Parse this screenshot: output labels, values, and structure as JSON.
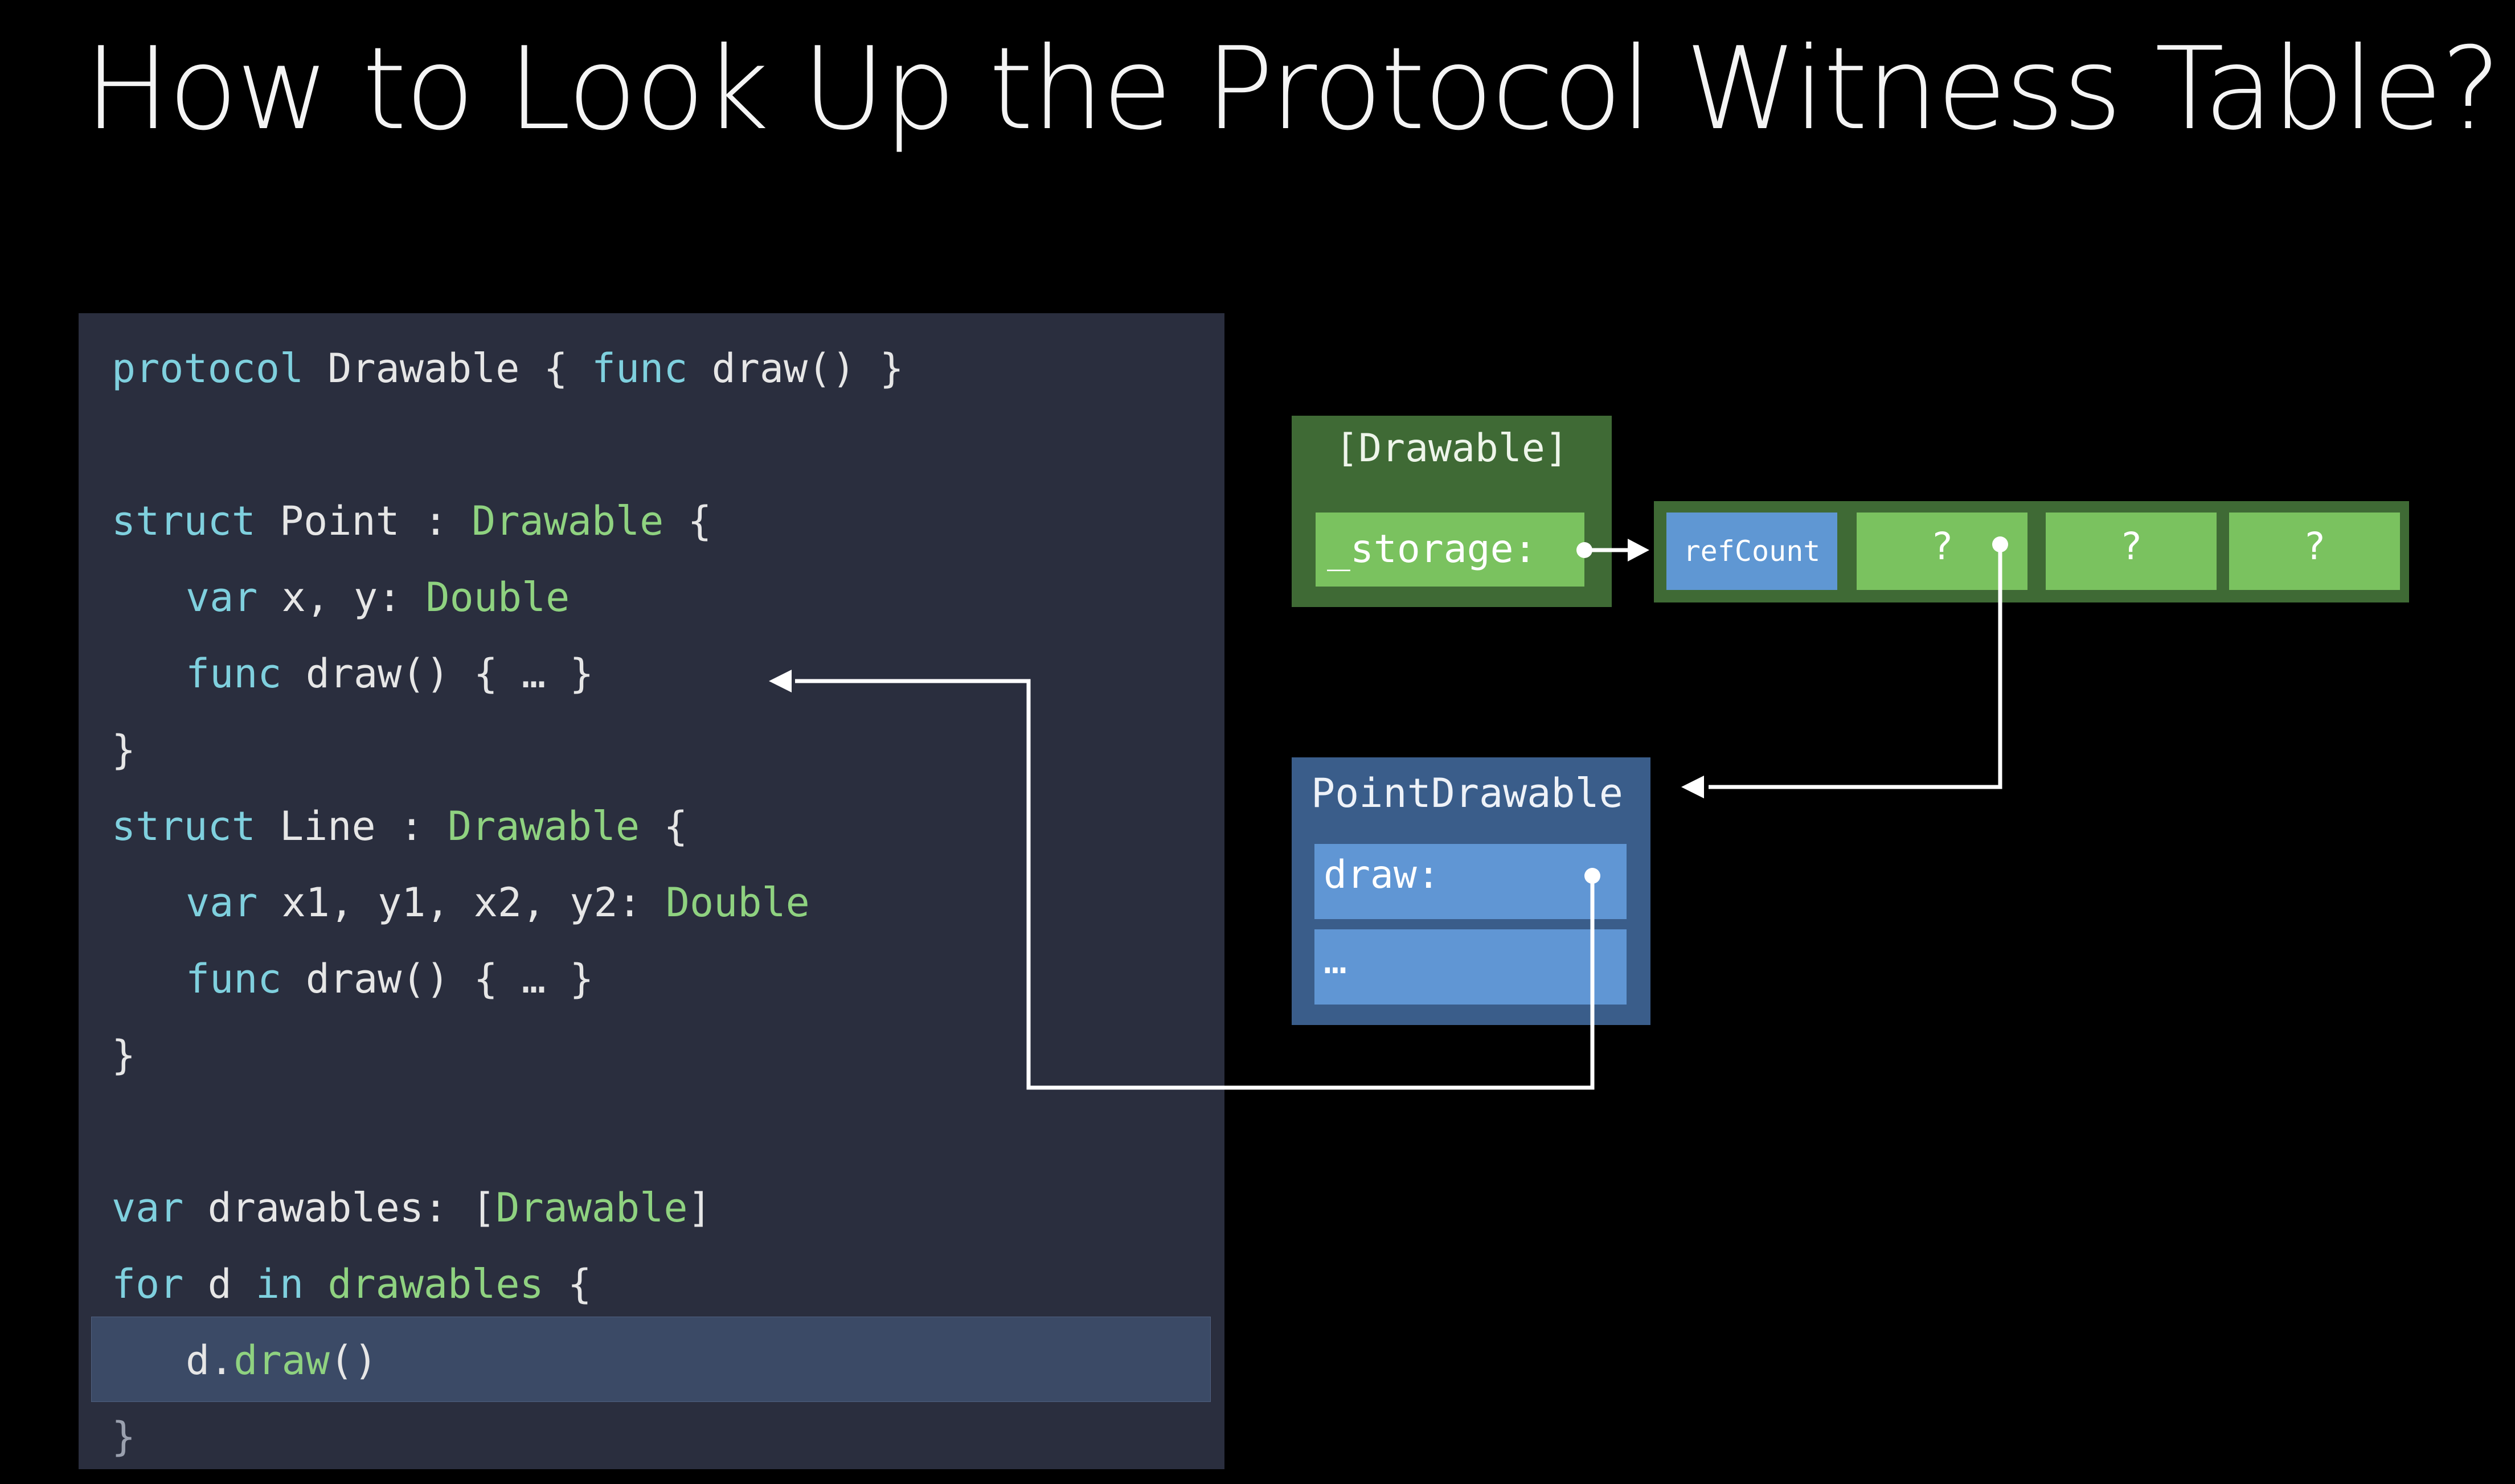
{
  "title": "How to Look Up the Protocol Witness Table?",
  "code": {
    "line1": {
      "kw1": "protocol",
      "t1": " Drawable { ",
      "kw2": "func",
      "t2": " draw() }"
    },
    "line3": {
      "kw": "struct",
      "t1": " Point : ",
      "ty": "Drawable",
      "t2": " {"
    },
    "line4": {
      "kw": "var",
      "t1": " x, y: ",
      "ty": "Double"
    },
    "line5": {
      "kw": "func",
      "t1": " draw() { … }"
    },
    "line6": "}",
    "line7": {
      "kw": "struct",
      "t1": " Line : ",
      "ty": "Drawable",
      "t2": " {"
    },
    "line8": {
      "kw": "var",
      "t1": " x1, y1, x2, y2: ",
      "ty": "Double"
    },
    "line9": {
      "kw": "func",
      "t1": " draw() { … }"
    },
    "line10": "}",
    "line12": {
      "kw": "var",
      "t1": " drawables: [",
      "ty": "Drawable",
      "t2": "]"
    },
    "line13": {
      "kw1": "for",
      "t1": " d ",
      "kw2": "in",
      "t2": " ",
      "ty": "drawables",
      "t3": " {"
    },
    "line14": {
      "t1": "d.",
      "ty": "draw",
      "t2": "()"
    },
    "line15": "}"
  },
  "drawable_array": {
    "title": "[Drawable]",
    "field": "_storage:"
  },
  "heap": {
    "cells": [
      "refCount",
      "?",
      "?",
      "?"
    ]
  },
  "point_drawable": {
    "title": "PointDrawable",
    "fields": [
      "draw:",
      "…"
    ]
  }
}
